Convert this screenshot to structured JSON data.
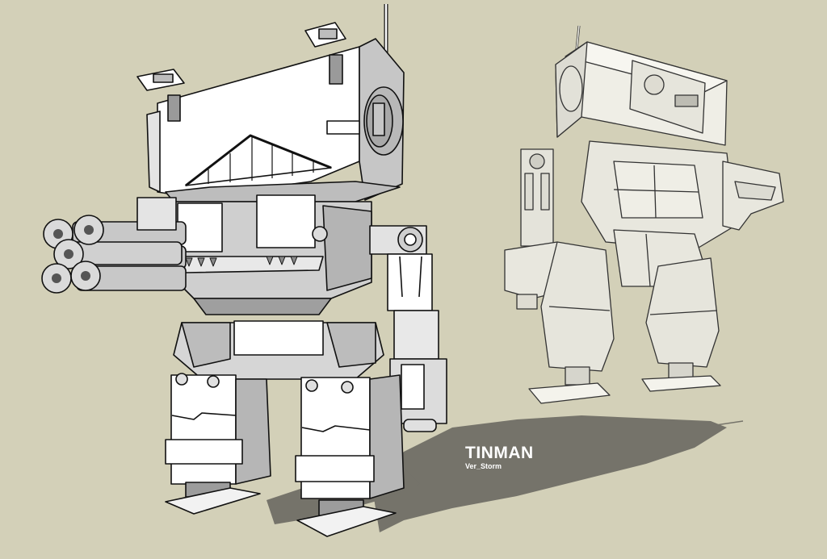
{
  "artwork": {
    "title": "TINMAN",
    "subtitle": "Ver_Storm",
    "subjects": [
      "front-robot-with-gatling-guns",
      "rear-robot-view"
    ],
    "colors": {
      "background": "#d3d0b8",
      "shadow": "#75736a",
      "body_light": "#ffffff",
      "body_mid": "#c8c8c8",
      "body_dark": "#8c8c8c",
      "outline": "#111111",
      "rear_body": "#efeee6",
      "text": "#ffffff"
    }
  }
}
